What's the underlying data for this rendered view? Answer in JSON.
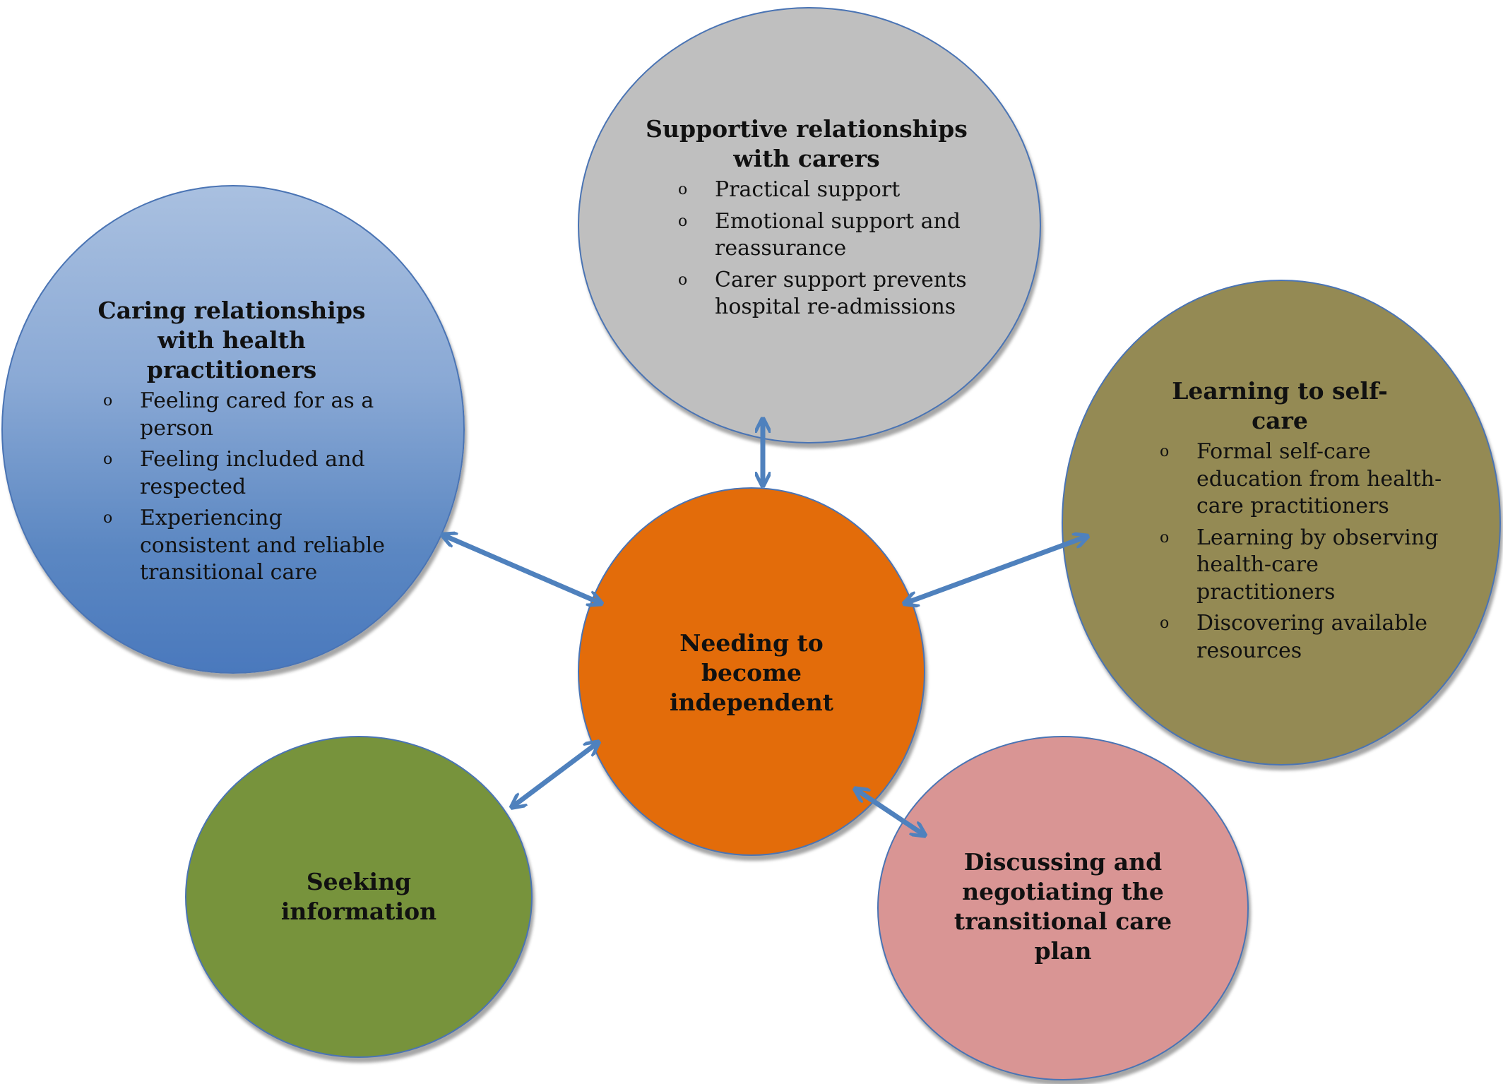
{
  "diagram": {
    "center": {
      "title": "Needing to become independent"
    },
    "nodes": [
      {
        "id": "carers",
        "title": "Supportive relationships with carers",
        "items": [
          "Practical support",
          "Emotional support and reassurance",
          "Carer support prevents hospital re-admissions"
        ],
        "color": "#bfbfbf"
      },
      {
        "id": "health",
        "title": "Caring relationships with health practitioners",
        "items": [
          "Feeling cared for as a person",
          "Feeling included and respected",
          "Experiencing consistent and reliable transitional care"
        ],
        "color": "#8aa9d5"
      },
      {
        "id": "selfcare",
        "title": "Learning to self-care",
        "items": [
          "Formal self-care education from health-care practitioners",
          "Learning by observing health-care practitioners",
          "Discovering available resources"
        ],
        "color": "#948a54"
      },
      {
        "id": "seeking",
        "title": "Seeking information",
        "items": [],
        "color": "#77933c"
      },
      {
        "id": "discuss",
        "title": "Discussing and negotiating the transitional care plan",
        "items": [],
        "color": "#d99594"
      }
    ],
    "bullet_marker": "o",
    "center_color": "#e36c0a",
    "arrow_color": "#4f81bd"
  }
}
